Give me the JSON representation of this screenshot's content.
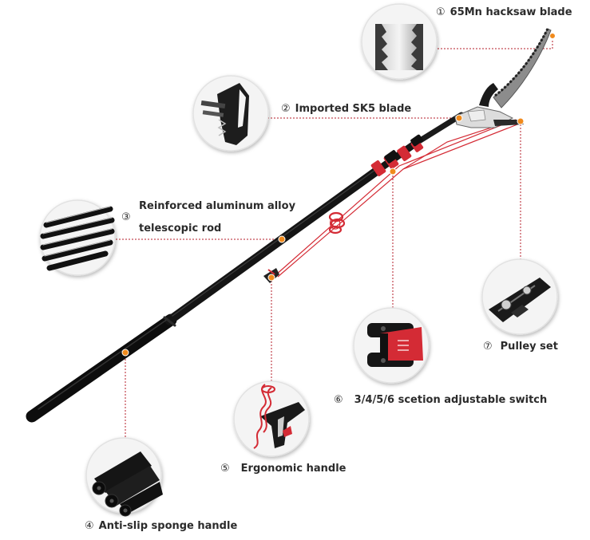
{
  "callouts": [
    {
      "id": "hacksaw-blade",
      "number": "①",
      "text": "65Mn hacksaw blade"
    },
    {
      "id": "sk5-blade",
      "number": "②",
      "text": "Imported SK5 blade"
    },
    {
      "id": "telescopic-rod",
      "number": "③",
      "text": "Reinforced aluminum alloy",
      "text2": "telescopic rod"
    },
    {
      "id": "sponge-handle",
      "number": "④",
      "text": "Anti-slip sponge handle"
    },
    {
      "id": "ergonomic-handle",
      "number": "⑤",
      "text": "Ergonomic handle"
    },
    {
      "id": "adjustable-switch",
      "number": "⑥",
      "text": "3/4/5/6 scetion adjustable switch"
    },
    {
      "id": "pulley-set",
      "number": "⑦",
      "text": "Pulley set"
    }
  ],
  "colors": {
    "pole": "#151515",
    "accent_red": "#d42b35",
    "leader_line": "#b51d2a",
    "dot_orange": "#f08a1c",
    "circle_bg": "#f4f4f4",
    "circle_border": "#e2e2e2"
  }
}
